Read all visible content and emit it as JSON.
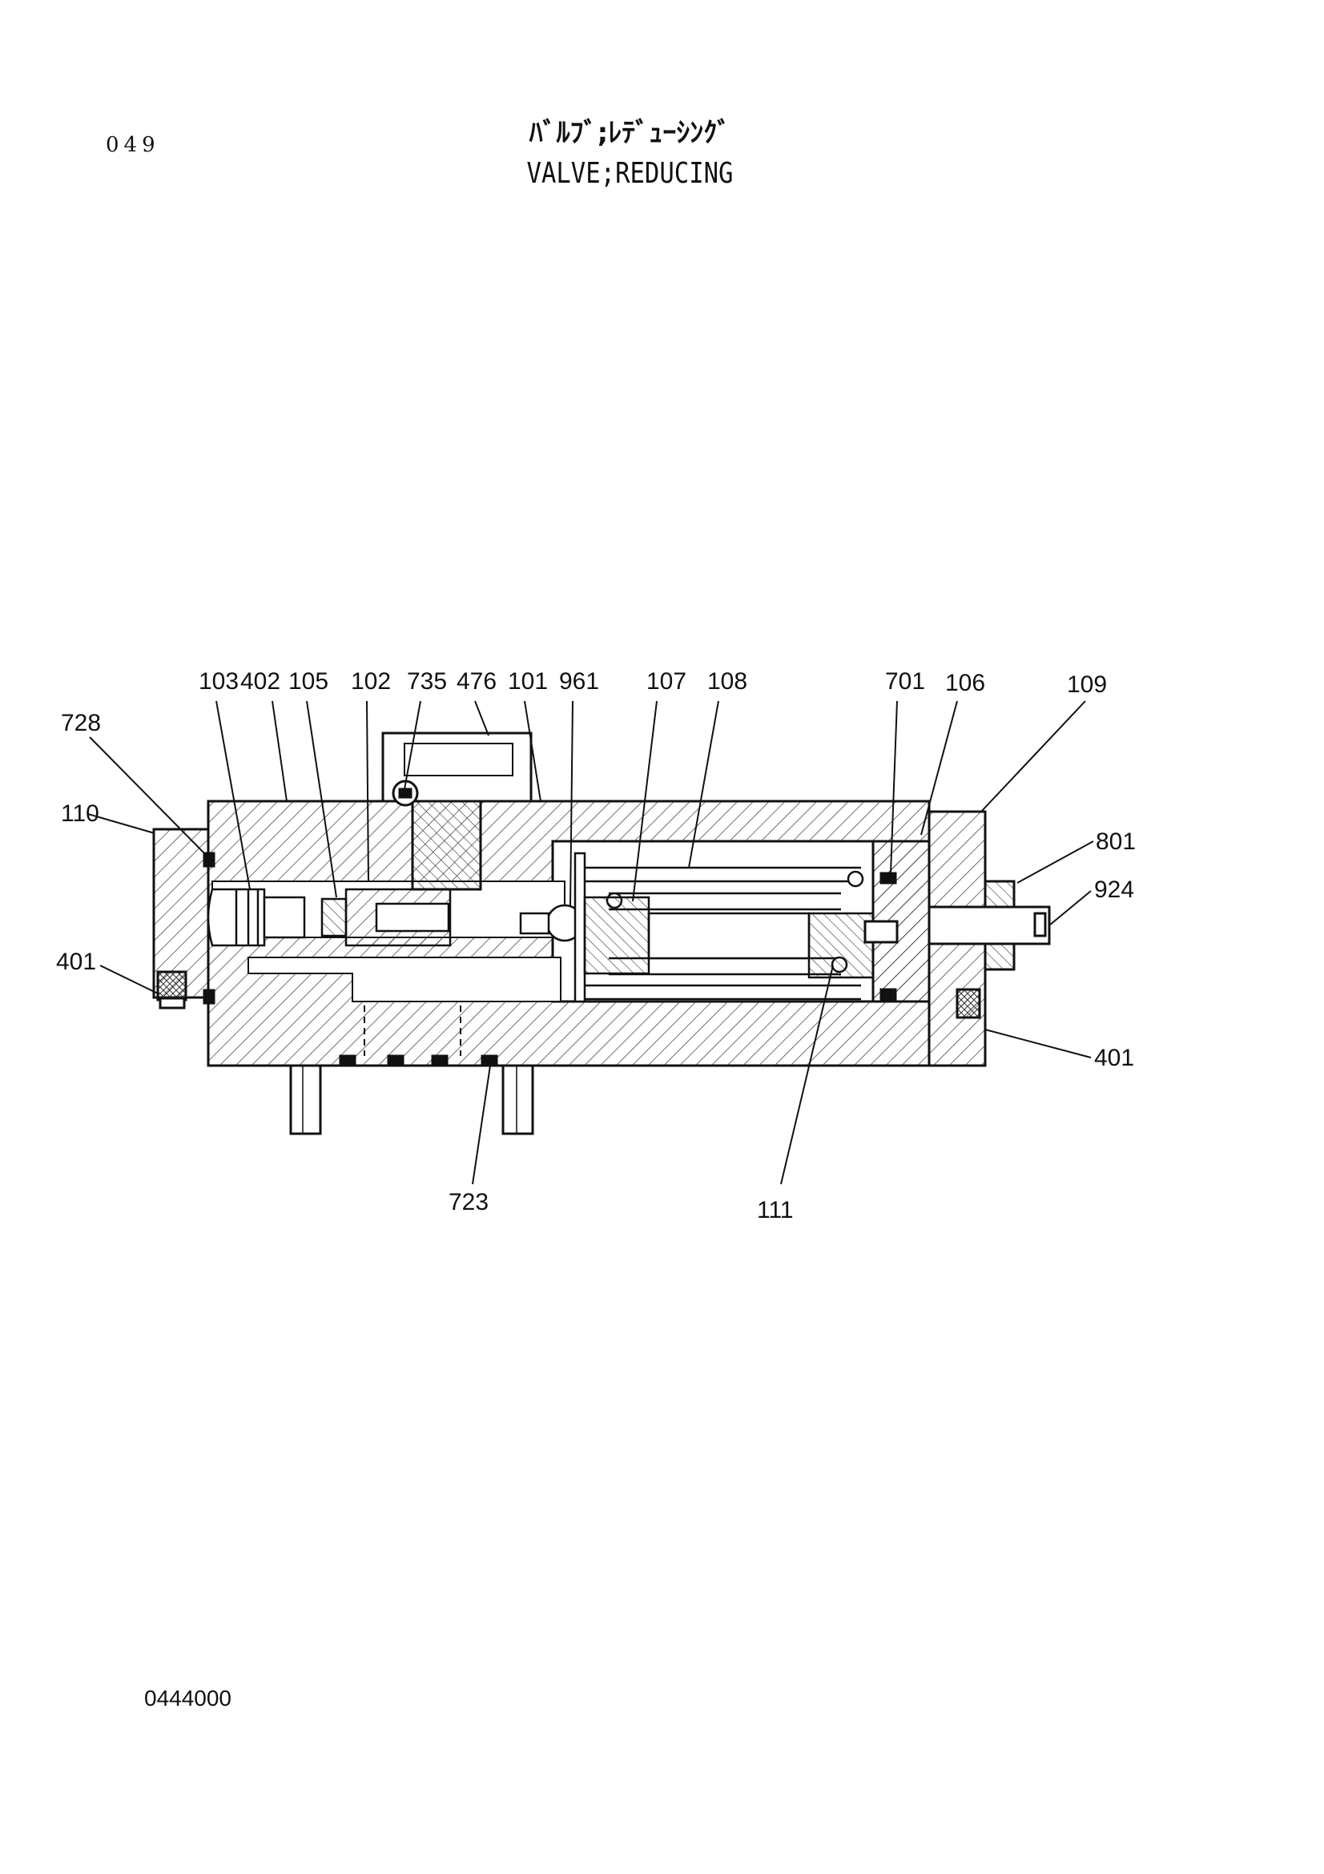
{
  "header": {
    "page_number": "049",
    "title_jp": "ﾊﾞﾙﾌﾞ;ﾚﾃﾞｭｰｼﾝｸﾞ",
    "title_en": "VALVE;REDUCING"
  },
  "footer": {
    "drawing_number": "0444000"
  },
  "callouts": {
    "c103": "103",
    "c402": "402",
    "c105": "105",
    "c102": "102",
    "c735": "735",
    "c476": "476",
    "c101": "101",
    "c961": "961",
    "c107": "107",
    "c108": "108",
    "c701": "701",
    "c106": "106",
    "c109": "109",
    "c728": "728",
    "c110": "110",
    "c801": "801",
    "c924": "924",
    "c401_left": "401",
    "c401_right": "401",
    "c723": "723",
    "c111": "111"
  }
}
